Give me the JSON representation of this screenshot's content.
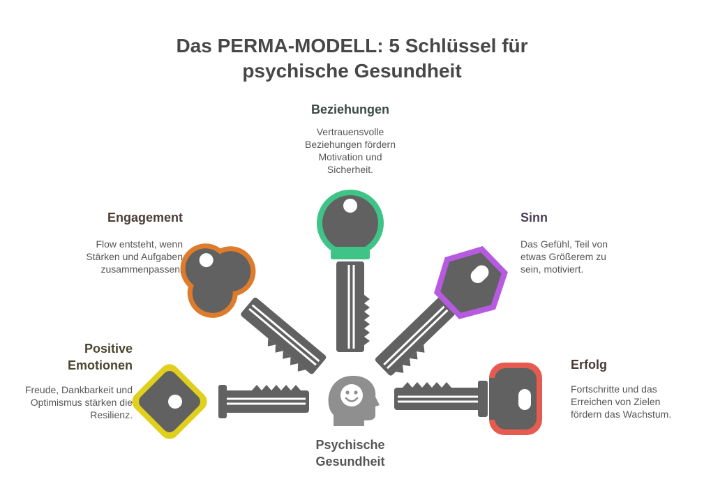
{
  "title": {
    "line1": "Das PERMA-MODELL: 5 Schlüssel für",
    "line2": "psychische Gesundheit"
  },
  "center": {
    "label_line1": "Psychische",
    "label_line2": "Gesundheit",
    "icon": "smiling-head-icon"
  },
  "colors": {
    "key_body": "#616161",
    "center_icon": "#8f8f8f",
    "positive_emotionen": "#e0cf1d",
    "engagement": "#df7c2c",
    "beziehungen": "#3fc487",
    "sinn": "#b65be0",
    "erfolg": "#e55b50"
  },
  "pillars": {
    "beziehungen": {
      "heading": "Beziehungen",
      "desc": [
        "Vertrauensvolle",
        "Beziehungen fördern",
        "Motivation und",
        "Sicherheit."
      ]
    },
    "engagement": {
      "heading": "Engagement",
      "desc": [
        "Flow entsteht, wenn",
        "Stärken und Aufgaben",
        "zusammenpassen."
      ]
    },
    "sinn": {
      "heading": "Sinn",
      "desc": [
        "Das Gefühl, Teil von",
        "etwas Größerem zu",
        "sein, motiviert."
      ]
    },
    "positive_emotionen": {
      "heading_line1": "Positive",
      "heading_line2": "Emotionen",
      "desc": [
        "Freude, Dankbarkeit und",
        "Optimismus stärken die",
        "Resilienz."
      ]
    },
    "erfolg": {
      "heading": "Erfolg",
      "desc": [
        "Fortschritte und das",
        "Erreichen von Zielen",
        "fördern das Wachstum."
      ]
    }
  }
}
